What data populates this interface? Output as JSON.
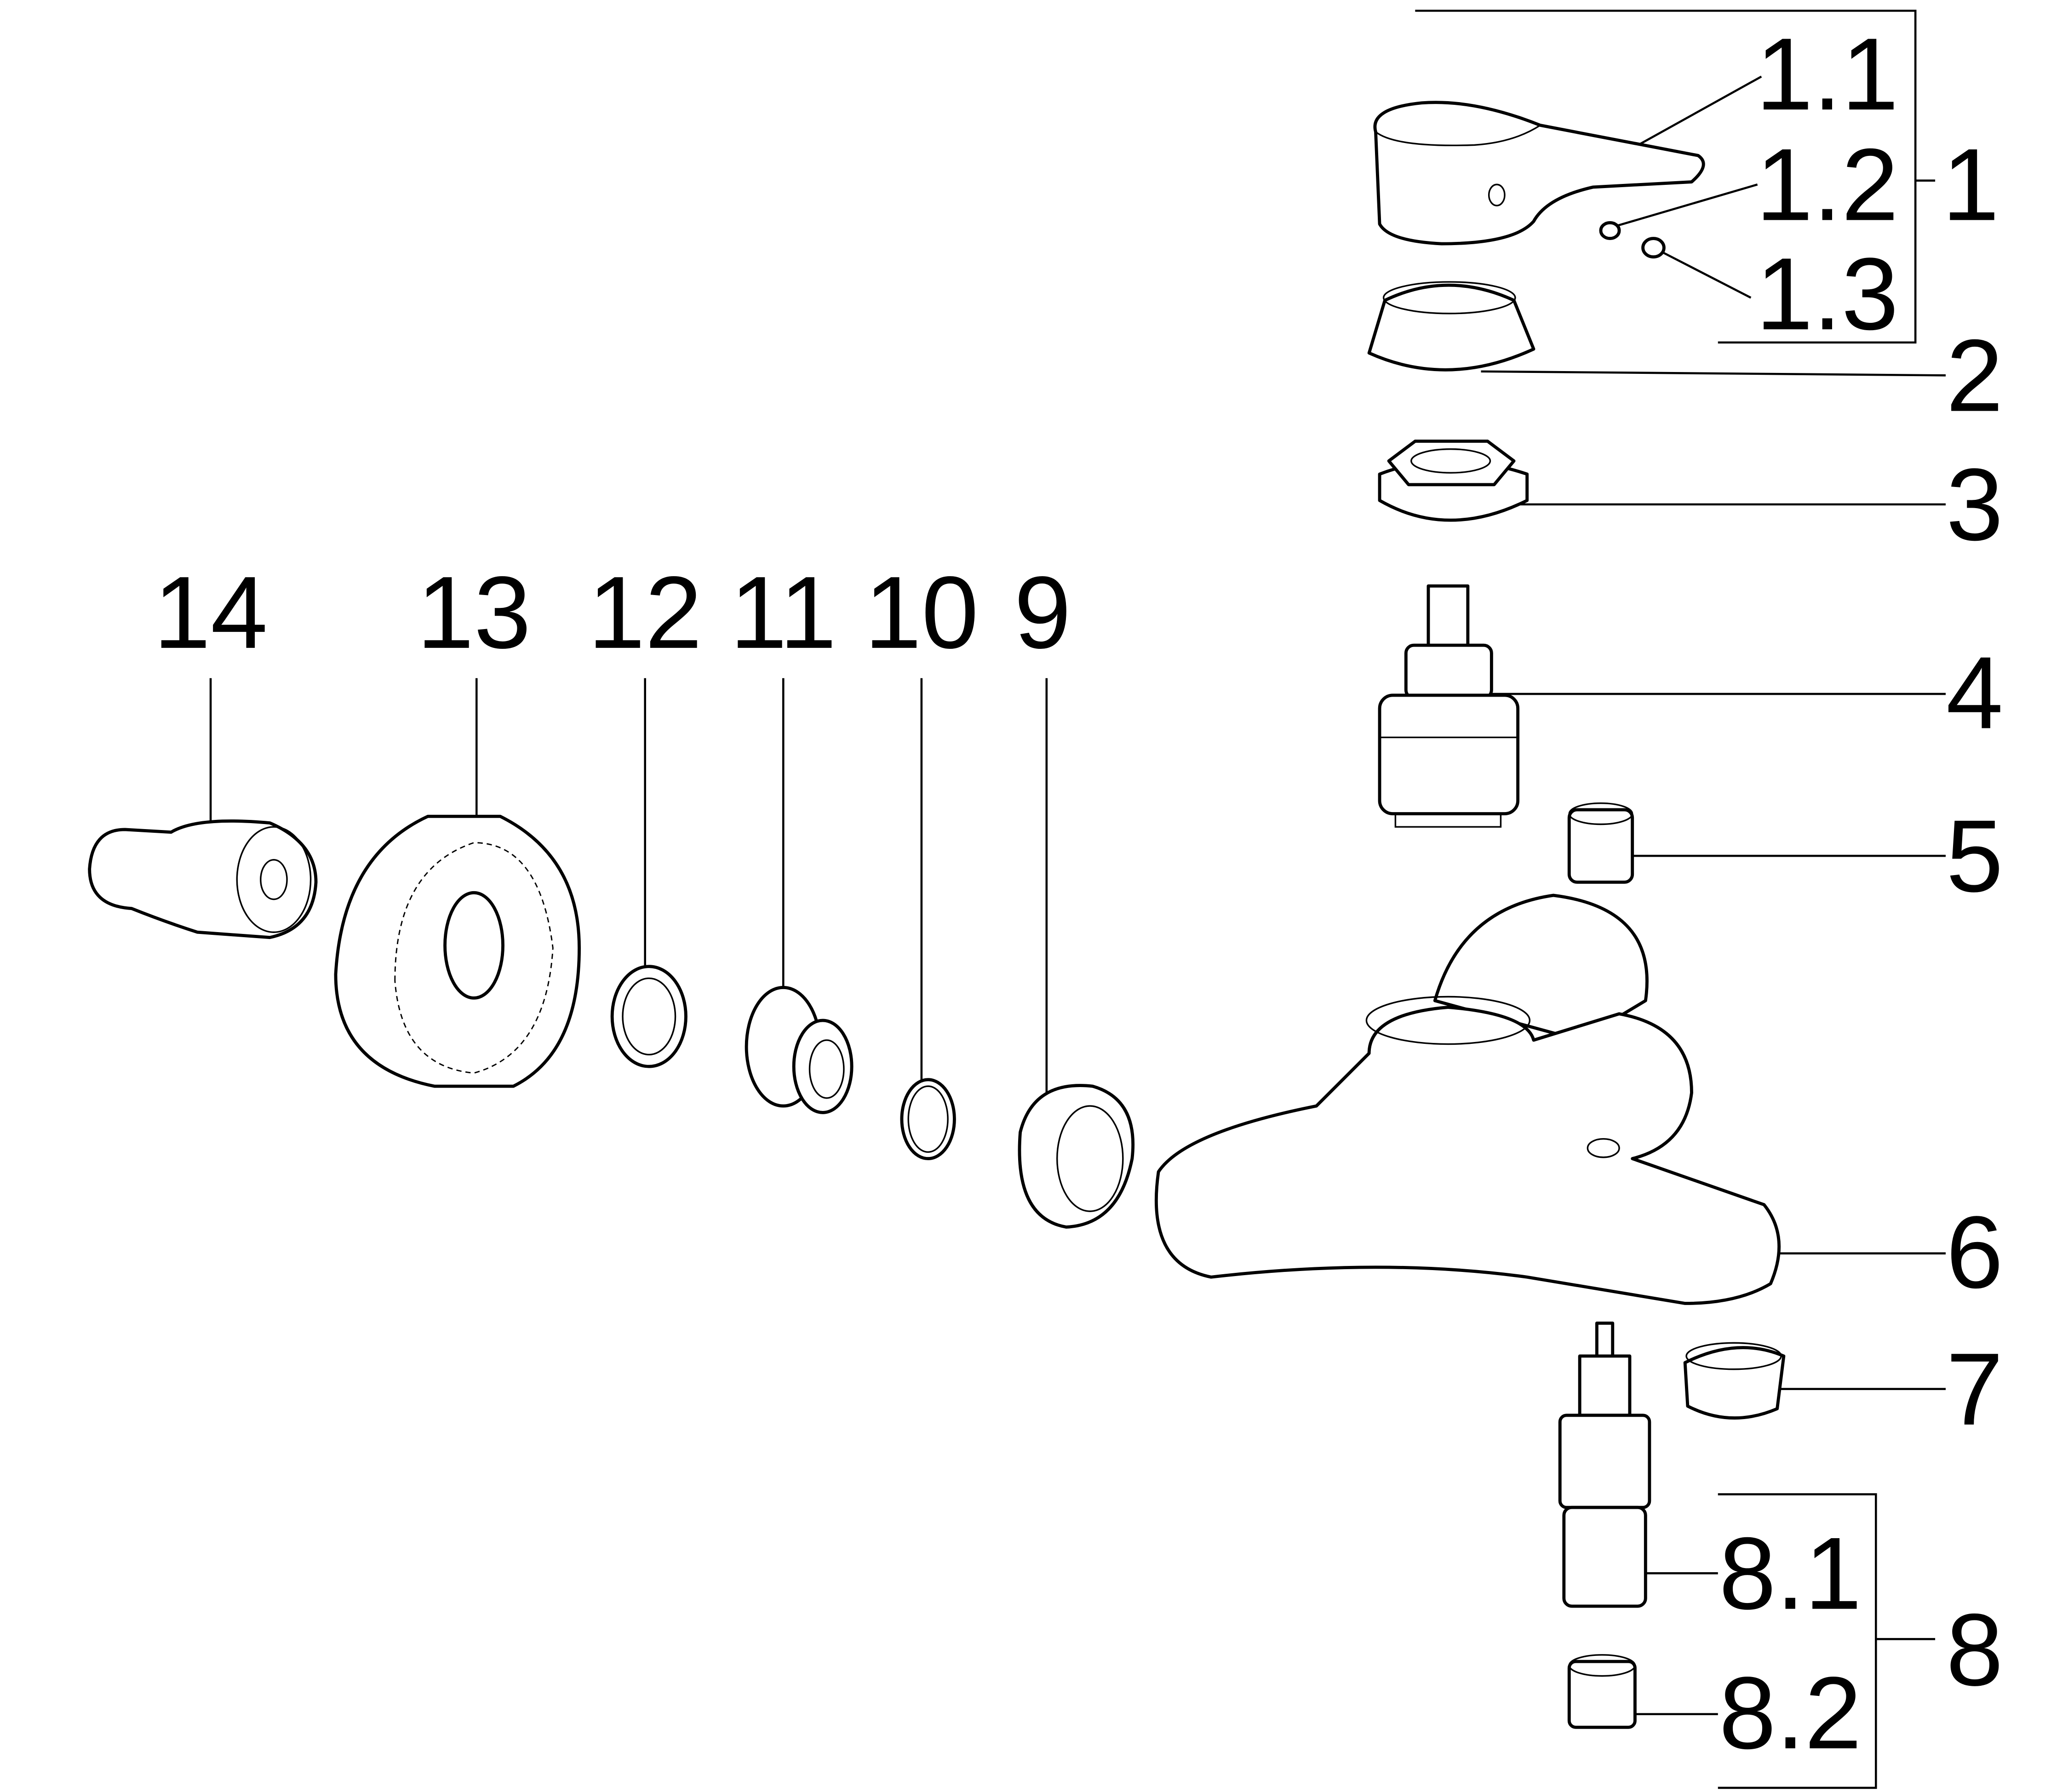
{
  "labels": {
    "p1_1": "1.1",
    "p1_2": "1.2",
    "p1_3": "1.3",
    "p1": "1",
    "p2": "2",
    "p3": "3",
    "p4": "4",
    "p5": "5",
    "p6": "6",
    "p7": "7",
    "p8_1": "8.1",
    "p8_2": "8.2",
    "p8": "8",
    "p9": "9",
    "p10": "10",
    "p11": "11",
    "p12": "12",
    "p13": "13",
    "p14": "14"
  }
}
